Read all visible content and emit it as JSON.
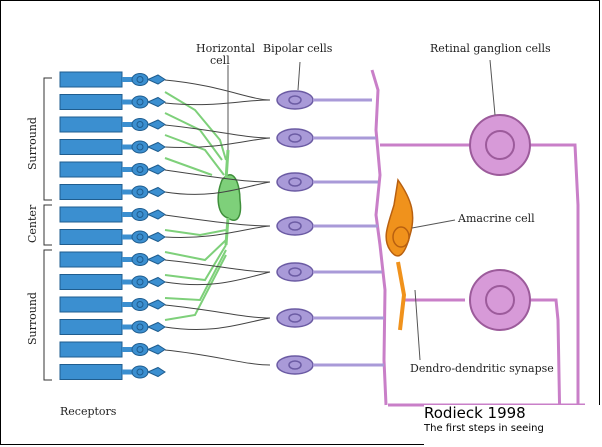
{
  "labels": {
    "horizontal_cell": [
      "Horizontal",
      "cell"
    ],
    "bipolar_cells": "Bipolar cells",
    "retinal_ganglion_cells": "Retinal ganglion cells",
    "amacrine_cell": "Amacrine cell",
    "dendro_dendritic_synapse": "Dendro-dendritic synapse",
    "receptors": "Receptors",
    "surround_top": "Surround",
    "center": "Center",
    "surround_bottom": "Surround"
  },
  "citation": {
    "author_year": "Rodieck 1998",
    "title": "The first steps in seeing"
  },
  "colors": {
    "receptor": "#3b8fd0",
    "receptor_stroke": "#1f5d8f",
    "horizontal": "#7ed07a",
    "bipolar": "#a99ad8",
    "ganglion": "#d79ad8",
    "amacrine": "#f0921c"
  }
}
